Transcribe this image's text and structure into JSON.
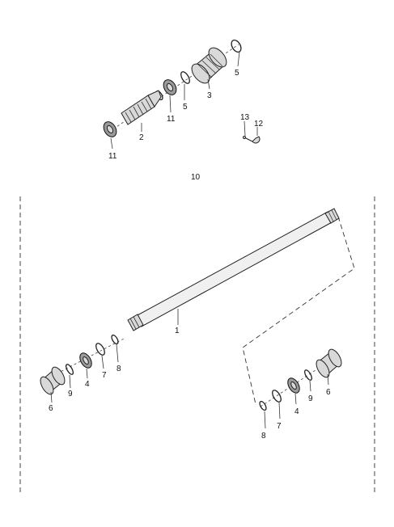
{
  "diagram": {
    "callouts": {
      "c1": "1",
      "c2": "2",
      "c3": "3",
      "c4a": "4",
      "c4b": "4",
      "c5a": "5",
      "c5b": "5",
      "c6a": "6",
      "c6b": "6",
      "c7a": "7",
      "c7b": "7",
      "c8a": "8",
      "c8b": "8",
      "c9a": "9",
      "c9b": "9",
      "c10": "10",
      "c11a": "11",
      "c11b": "11",
      "c12": "12",
      "c13": "13"
    }
  }
}
